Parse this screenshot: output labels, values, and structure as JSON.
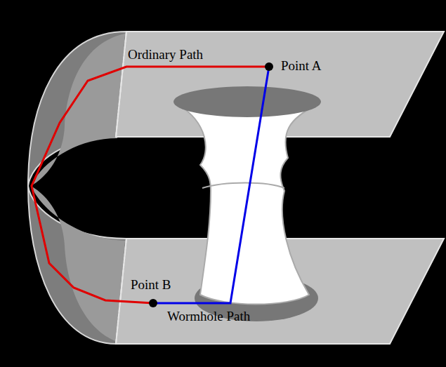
{
  "diagram": {
    "labels": [
      "Ordinary Path",
      "Point A",
      "Point B",
      "Wormhole Path"
    ]
  }
}
